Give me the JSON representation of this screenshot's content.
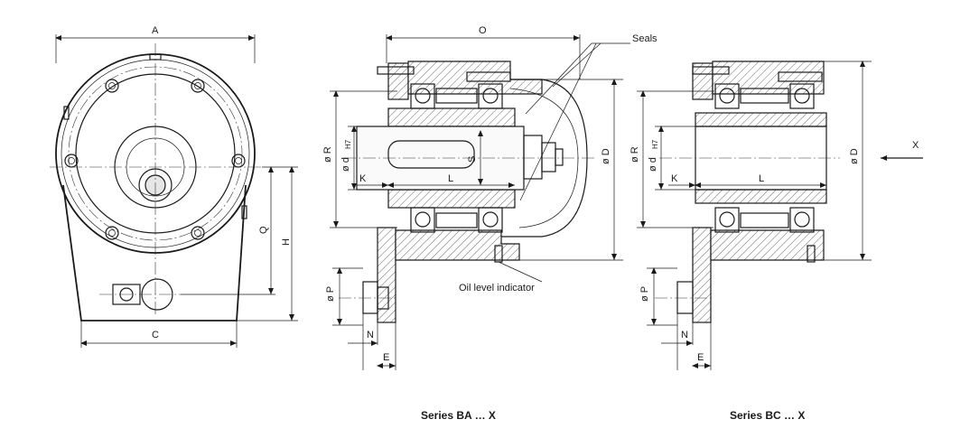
{
  "labels": {
    "A": "A",
    "C": "C",
    "Q": "Q",
    "H": "H",
    "O": "O",
    "seals": "Seals",
    "R": "ø R",
    "d": "ø d",
    "h7": "H7",
    "S": "S",
    "L": "L",
    "K": "K",
    "D": "ø D",
    "P": "ø P",
    "N": "N",
    "E": "E",
    "oil": "Oil level indicator",
    "X": "X"
  },
  "captions": {
    "ba": "Series BA … X",
    "bc": "Series BC … X"
  }
}
